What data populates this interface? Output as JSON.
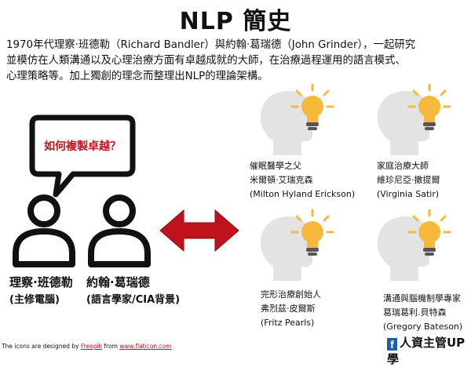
{
  "title": "NLP 簡史",
  "intro": {
    "line1": "1970年代理察·班德勒（Richard Bandler）與約翰·葛瑞德（John Grinder），一起研究",
    "line2": "並模仿在人類溝通以及心理治療方面有卓越成就的大師，在治療過程運用的語言模式、",
    "line3": "心理策略等。加上獨創的理念而整理出NLP的理論架構。"
  },
  "bubble": "如何複製卓越？",
  "founders": [
    {
      "name": "理察·班德勒",
      "role": "(主修電腦)"
    },
    {
      "name": "約翰·葛瑞德",
      "role": "(語言學家/CIA背景)"
    }
  ],
  "experts": [
    {
      "title": "催眠醫學之父",
      "name": "米爾頓·艾瑞克森",
      "english": "(Milton Hyland Erickson)"
    },
    {
      "title": "家庭治療大師",
      "name": "維珍尼亞·撒提爾",
      "english": "(Virginia Satir)"
    },
    {
      "title": "完形治療創始人",
      "name": "弗烈茲·皮爾斯",
      "english": "(Fritz Pearls)"
    },
    {
      "title": "溝通與腦機制學專家",
      "name": "葛瑞葛利.貝特森",
      "english": "(Gregory Bateson)"
    }
  ],
  "credit": {
    "prefix": "The icons are designed by ",
    "author": "Freepik",
    "middle": " from ",
    "site": "www.flaticon.com"
  },
  "brand": {
    "icon": "facebook-icon",
    "text": "人資主管UP學"
  },
  "colors": {
    "accent_red": "#c0121c",
    "bulb_yellow": "#f6b93b",
    "head_gray": "#e3e3e3",
    "ink": "#111111"
  }
}
